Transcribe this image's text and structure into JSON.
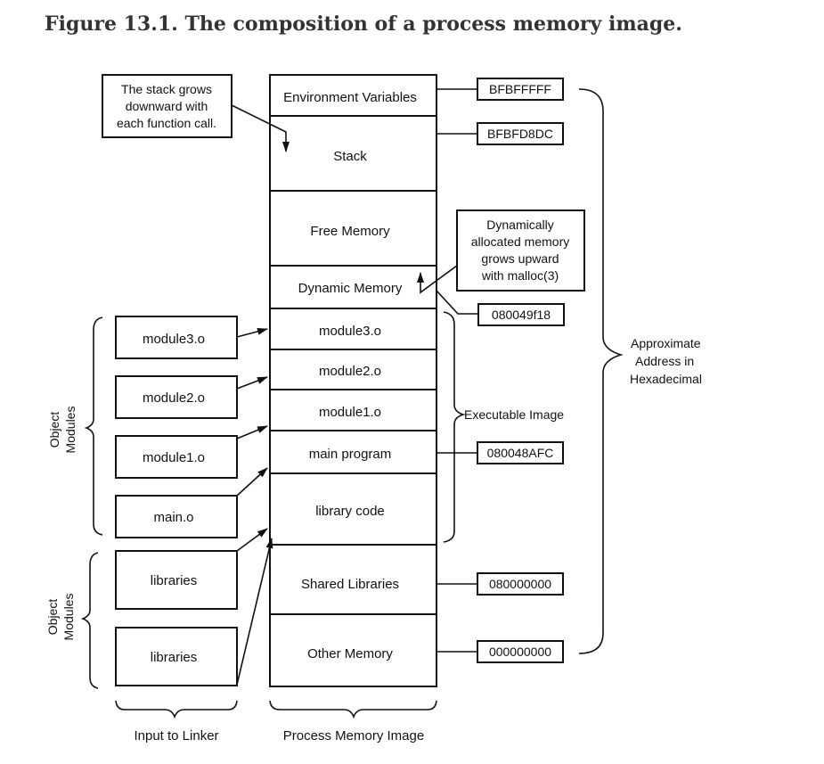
{
  "caption": "Figure 13.1. The composition of a process memory image.",
  "callouts": {
    "stack_note": [
      "The stack grows",
      "downward with",
      "each function call."
    ],
    "dynamic_note": [
      "Dynamically",
      "allocated memory",
      "grows upward",
      "with malloc(3)"
    ]
  },
  "memory_segments": [
    "Environment Variables",
    "Stack",
    "Free Memory",
    "Dynamic Memory",
    "module3.o",
    "module2.o",
    "module1.o",
    "main program",
    "library code",
    "Shared Libraries",
    "Other Memory"
  ],
  "addresses": [
    "BFBFFFFF",
    "BFBFD8DC",
    "080049f18",
    "080048AFC",
    "080000000",
    "000000000"
  ],
  "linker_inputs": [
    "module3.o",
    "module2.o",
    "module1.o",
    "main.o",
    "libraries",
    "libraries"
  ],
  "group_labels": {
    "object_modules": [
      "Object",
      "Modules"
    ],
    "executable_image": "Executable Image",
    "approx_address": [
      "Approximate",
      "Address in",
      "Hexadecimal"
    ]
  },
  "footer_labels": {
    "input_to_linker": "Input to Linker",
    "process_memory_image": "Process Memory Image"
  }
}
